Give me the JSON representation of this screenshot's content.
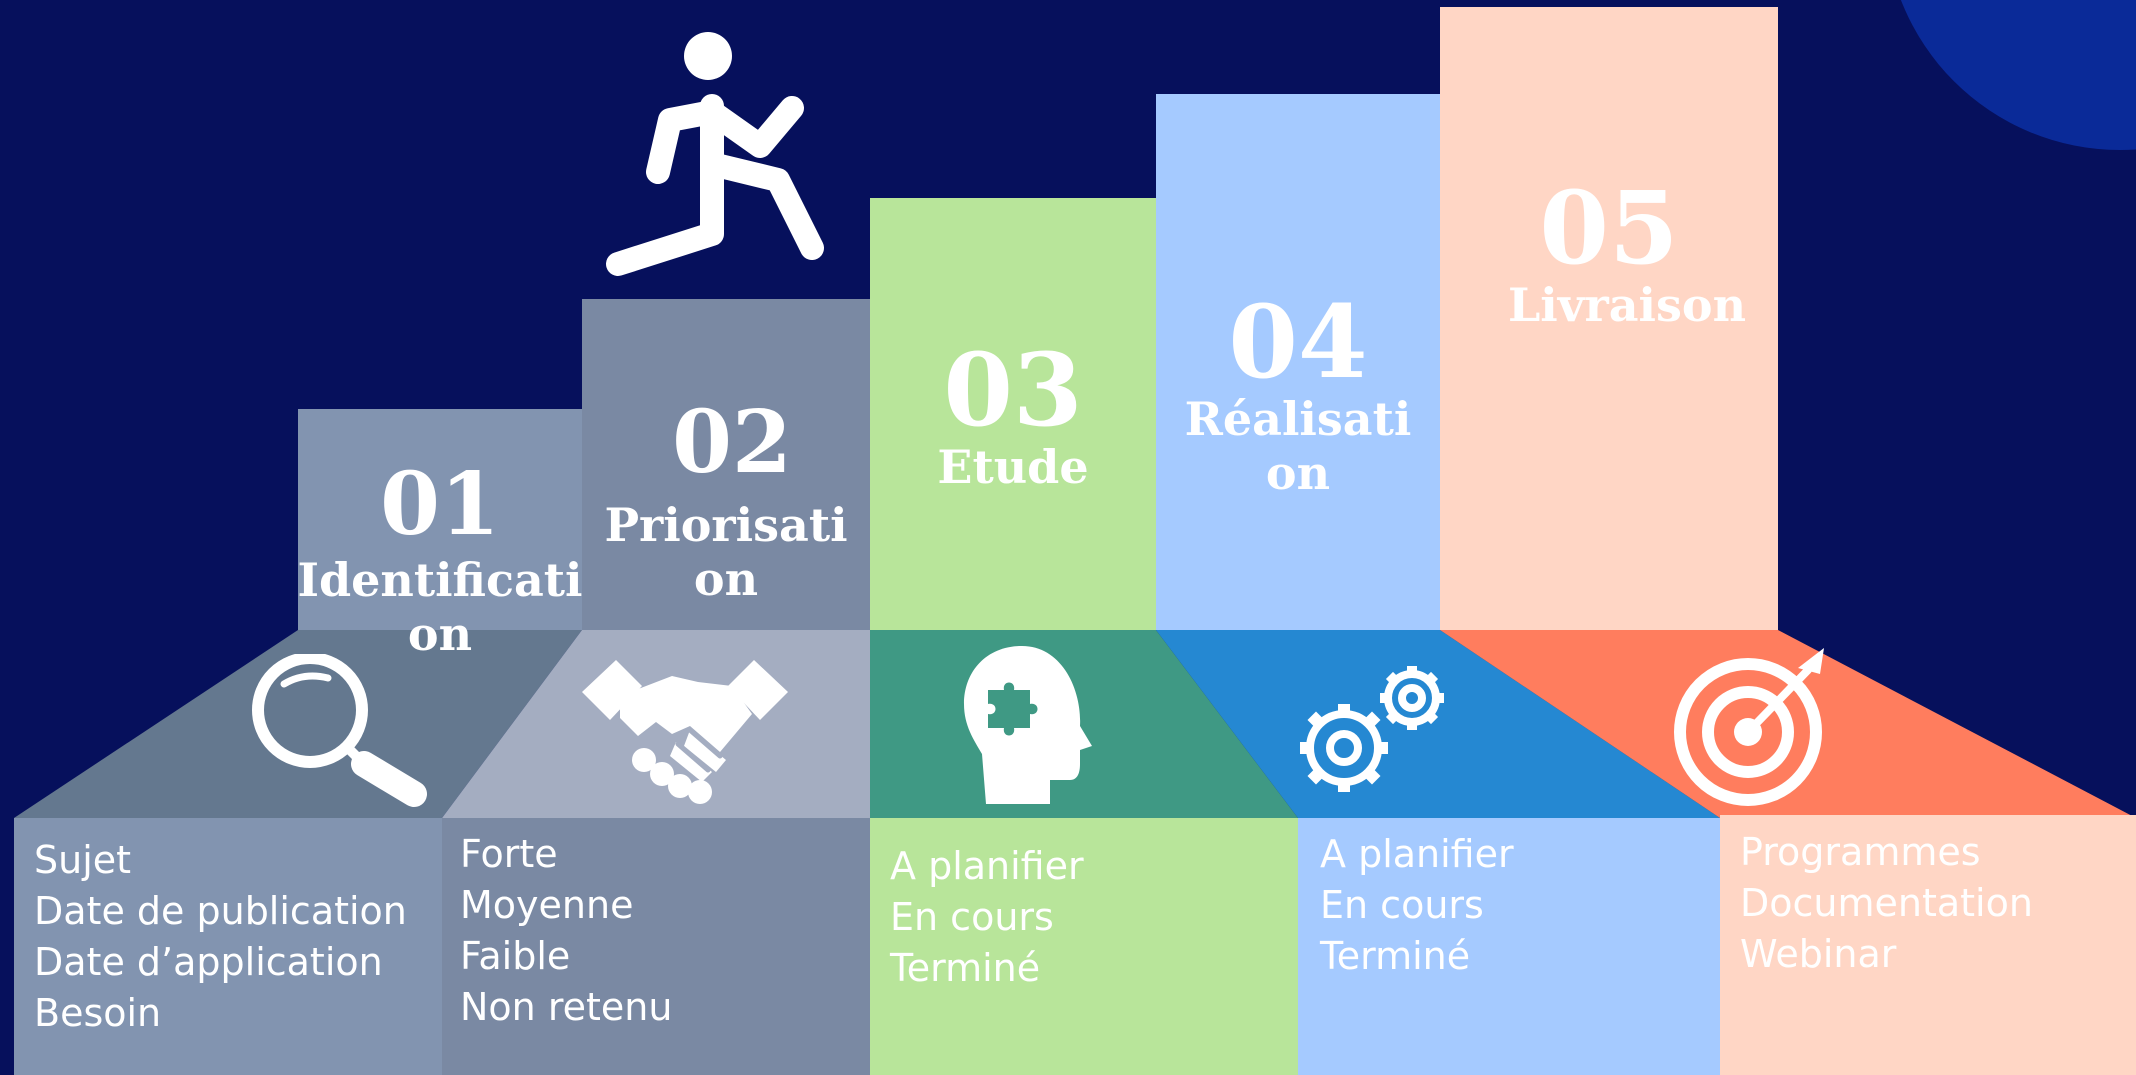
{
  "colors": {
    "background": "#06105c",
    "corner_shape": "#0a2a98"
  },
  "steps": [
    {
      "number": "01",
      "title_lines": [
        "Identificati",
        "on"
      ],
      "icon": "magnifier-icon",
      "items": [
        "Sujet",
        "Date de publication",
        "Date d’application",
        "Besoin"
      ],
      "colors": {
        "bar": "#8294b0",
        "slope": "#64788f",
        "panel": "#8294b0",
        "items_text": "#ffffff"
      }
    },
    {
      "number": "02",
      "title_lines": [
        "Priorisati",
        "on"
      ],
      "icon": "handshake-icon",
      "items": [
        "Forte",
        "Moyenne",
        "Faible",
        "Non retenu"
      ],
      "colors": {
        "bar": "#7a89a3",
        "slope": "#a4adc1",
        "panel": "#7a89a3",
        "items_text": "#ffffff"
      }
    },
    {
      "number": "03",
      "title_lines": [
        "Etude"
      ],
      "icon": "head-puzzle-icon",
      "items": [
        "A planifier",
        "En cours",
        "Terminé"
      ],
      "colors": {
        "bar": "#b8e59a",
        "slope": "#3f9984",
        "panel": "#b8e59a",
        "items_text": "#ffffff"
      }
    },
    {
      "number": "04",
      "title_lines": [
        "Réalisati",
        "on"
      ],
      "icon": "gears-icon",
      "items": [
        "A planifier",
        "En cours",
        "Terminé"
      ],
      "colors": {
        "bar": "#a5caff",
        "slope": "#2588d2",
        "panel": "#a5caff",
        "items_text": "#ffffff"
      }
    },
    {
      "number": "05",
      "title_lines": [
        "Livraison"
      ],
      "icon": "target-icon",
      "items": [
        "Programmes",
        "Documentation",
        "Webinar"
      ],
      "colors": {
        "bar": "#ffd6c5",
        "slope": "#ff7d5e",
        "panel": "#ffd6c5",
        "items_text": "#ffffff"
      }
    }
  ],
  "figure_icon": "running-person-icon"
}
